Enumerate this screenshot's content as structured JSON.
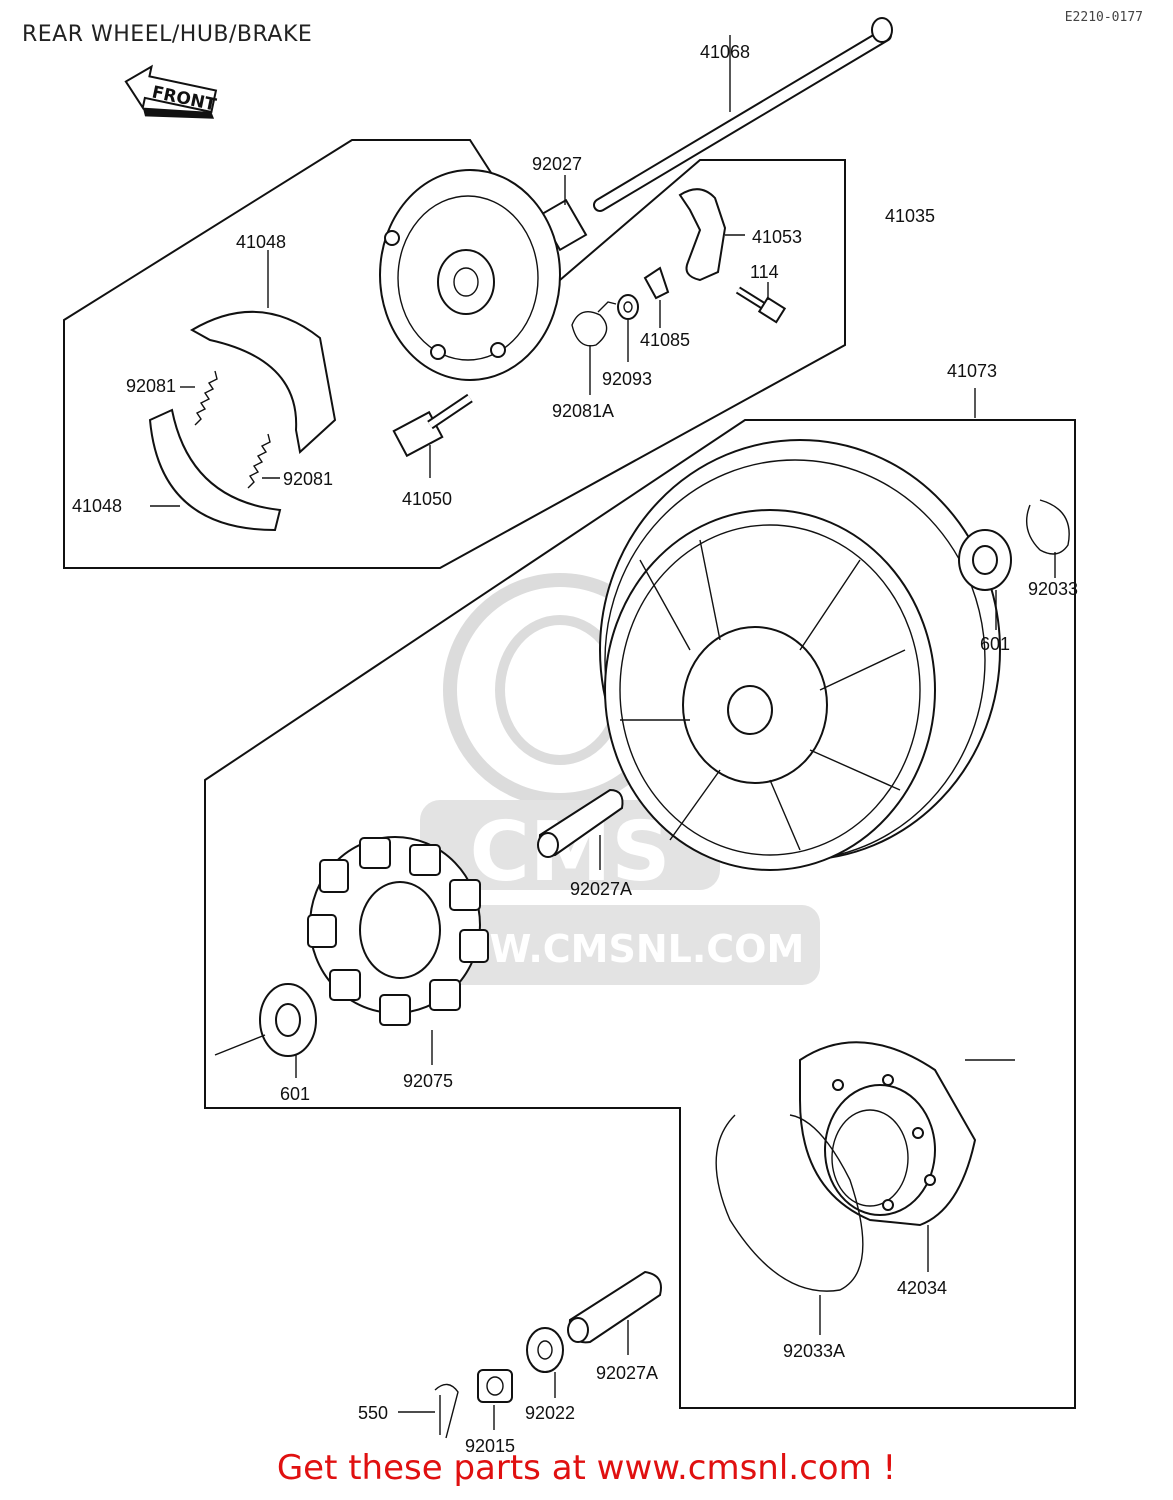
{
  "header": {
    "title": "REAR WHEEL/HUB/BRAKE",
    "diagram_code": "E2210-0177"
  },
  "front_indicator": "FRONT",
  "watermark": {
    "text": "WWW.CMSNL.COM",
    "logo_text": "CMS"
  },
  "part_labels": {
    "p41068": "41068",
    "p92027": "92027",
    "p41035": "41035",
    "p41053": "41053",
    "p114": "114",
    "p41048_top": "41048",
    "p41085": "41085",
    "p92093": "92093",
    "p92081a": "92081A",
    "p92081_top": "92081",
    "p92081_bottom": "92081",
    "p41048_bottom": "41048",
    "p41050": "41050",
    "p41073": "41073",
    "p92033": "92033",
    "p601_right": "601",
    "p92027a_mid": "92027A",
    "p601_left": "601",
    "p92075": "92075",
    "p42034": "42034",
    "p92033a": "92033A",
    "p92027a_bottom": "92027A",
    "p550": "550",
    "p92022": "92022",
    "p92015": "92015"
  },
  "footer": {
    "text": "Get these parts at www.cmsnl.com !"
  },
  "colors": {
    "footer_text": "#e01010",
    "line_art": "#111111",
    "watermark": "#d8d8d8"
  }
}
